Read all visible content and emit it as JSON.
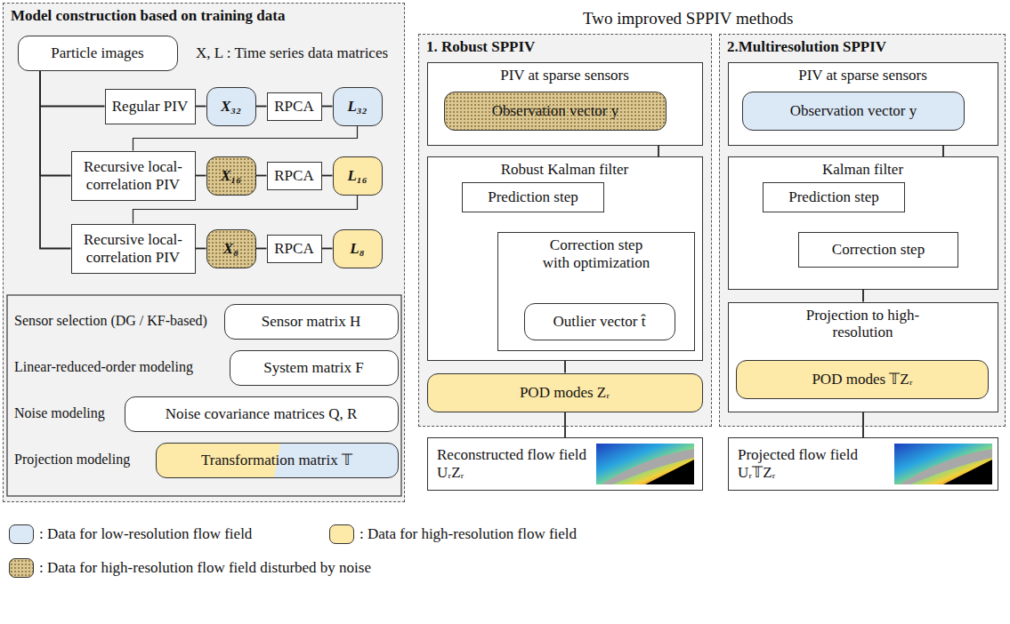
{
  "diagram": {
    "nodes": [
      {
        "text": [
          "Model construction based on training data"
        ]
      },
      {
        "text": [
          "Particle images"
        ],
        "in": 0
      },
      {
        "text": [
          "Regular PIV"
        ],
        "in": 0
      },
      {
        "text": [
          "X₃₂"
        ],
        "in": 0
      },
      {
        "text": [
          "RPCA"
        ],
        "in": 0
      },
      {
        "text": [
          "L₃₂"
        ],
        "in": 0
      },
      {
        "text": [
          "Recursive local-correlation PIV"
        ],
        "in": 0
      },
      {
        "text": [
          "X₁₆"
        ],
        "in": 0
      },
      {
        "text": [
          "RPCA"
        ],
        "in": 0
      },
      {
        "text": [
          "L₁₆"
        ],
        "in": 0
      },
      {
        "text": [
          "Recursive local-correlation PIV"
        ],
        "in": 0
      },
      {
        "text": [
          "X₈"
        ],
        "in": 0
      },
      {
        "text": [
          "RPCA"
        ],
        "in": 0
      },
      {
        "text": [
          "L₈"
        ],
        "in": 0
      },
      {
        "text": [
          "Sensor matrix H"
        ],
        "in": 0
      },
      {
        "text": [
          "System matrix F"
        ],
        "in": 0
      },
      {
        "text": [
          "Noise covariance matrices Q, R"
        ],
        "in": 0
      },
      {
        "text": [
          "Transformation matrix 𝕋"
        ],
        "in": 0
      },
      {
        "text": [
          "1. Robust SPPIV"
        ]
      },
      {
        "text": [
          "PIV at sparse sensors"
        ],
        "in": 18
      },
      {
        "text": [
          "Observation vector y"
        ],
        "in": 19
      },
      {
        "text": [
          "Robust Kalman filter"
        ],
        "in": 18
      },
      {
        "text": [
          "Prediction step"
        ],
        "in": 21
      },
      {
        "text": [
          "Correction step with optimization"
        ],
        "in": 21
      },
      {
        "text": [
          "Outlier vector t̂"
        ],
        "in": 23
      },
      {
        "text": [
          "POD modes Zᵣ"
        ],
        "in": 18
      },
      {
        "text": [
          "2.Multiresolution SPPIV"
        ]
      },
      {
        "text": [
          "PIV at sparse sensors"
        ],
        "in": 26
      },
      {
        "text": [
          "Observation vector y"
        ],
        "in": 27
      },
      {
        "text": [
          "Kalman filter"
        ],
        "in": 26
      },
      {
        "text": [
          "Prediction step"
        ],
        "in": 29
      },
      {
        "text": [
          "Correction step"
        ],
        "in": 29
      },
      {
        "text": [
          "Projection to high-resolution"
        ],
        "in": 26
      },
      {
        "text": [
          "POD modes 𝕋Zᵣ"
        ],
        "in": 32
      },
      {
        "text": [
          "Reconstructed flow field UᵣZᵣ"
        ]
      },
      {
        "text": [
          "Projected flow field Uᵣ𝕋Zᵣ"
        ]
      }
    ],
    "edges": [
      {
        "from": 1,
        "to": 2,
        "arrow": "none"
      },
      {
        "from": 1,
        "to": 6,
        "arrow": "none"
      },
      {
        "from": 1,
        "to": 10,
        "arrow": "none"
      },
      {
        "from": 2,
        "to": 3,
        "arrow": "none"
      },
      {
        "from": 3,
        "to": 4,
        "arrow": "none"
      },
      {
        "from": 4,
        "to": 5,
        "arrow": "none"
      },
      {
        "from": 5,
        "to": 6,
        "arrow": "none"
      },
      {
        "from": 6,
        "to": 7,
        "arrow": "none"
      },
      {
        "from": 7,
        "to": 8,
        "arrow": "none"
      },
      {
        "from": 8,
        "to": 9,
        "arrow": "none"
      },
      {
        "from": 9,
        "to": 10,
        "arrow": "none"
      },
      {
        "from": 10,
        "to": 11,
        "arrow": "none"
      },
      {
        "from": 11,
        "to": 12,
        "arrow": "none"
      },
      {
        "from": 12,
        "to": 13,
        "arrow": "none"
      },
      {
        "from": 20,
        "to": 23,
        "arrow": "none"
      },
      {
        "from": 22,
        "to": 23,
        "arrow": "to"
      },
      {
        "from": 23,
        "to": 22,
        "arrow": "to"
      },
      {
        "from": 21,
        "to": 25,
        "arrow": "none"
      },
      {
        "from": 25,
        "to": 34,
        "arrow": "none"
      },
      {
        "from": 28,
        "to": 31,
        "arrow": "none"
      },
      {
        "from": 30,
        "to": 31,
        "arrow": "to"
      },
      {
        "from": 31,
        "to": 30,
        "arrow": "to"
      },
      {
        "from": 31,
        "to": 32,
        "arrow": "none"
      },
      {
        "from": 32,
        "to": 35,
        "arrow": "none"
      }
    ],
    "labels": [
      "X, L : Time series data matrices",
      "Two improved SPPIV methods",
      "Sensor selection (DG / KF-based)",
      "Linear-reduced-order modeling",
      "Noise modeling",
      "Projection modeling"
    ],
    "legend": [
      {
        "text": ": Data for low-resolution flow field",
        "color": "#dbe8f6"
      },
      {
        "text": ": Data for high-resolution flow field",
        "color": "#fde9a8"
      },
      {
        "text": ": Data for high-resolution flow field disturbed by noise",
        "color": "#dcc894"
      }
    ]
  }
}
